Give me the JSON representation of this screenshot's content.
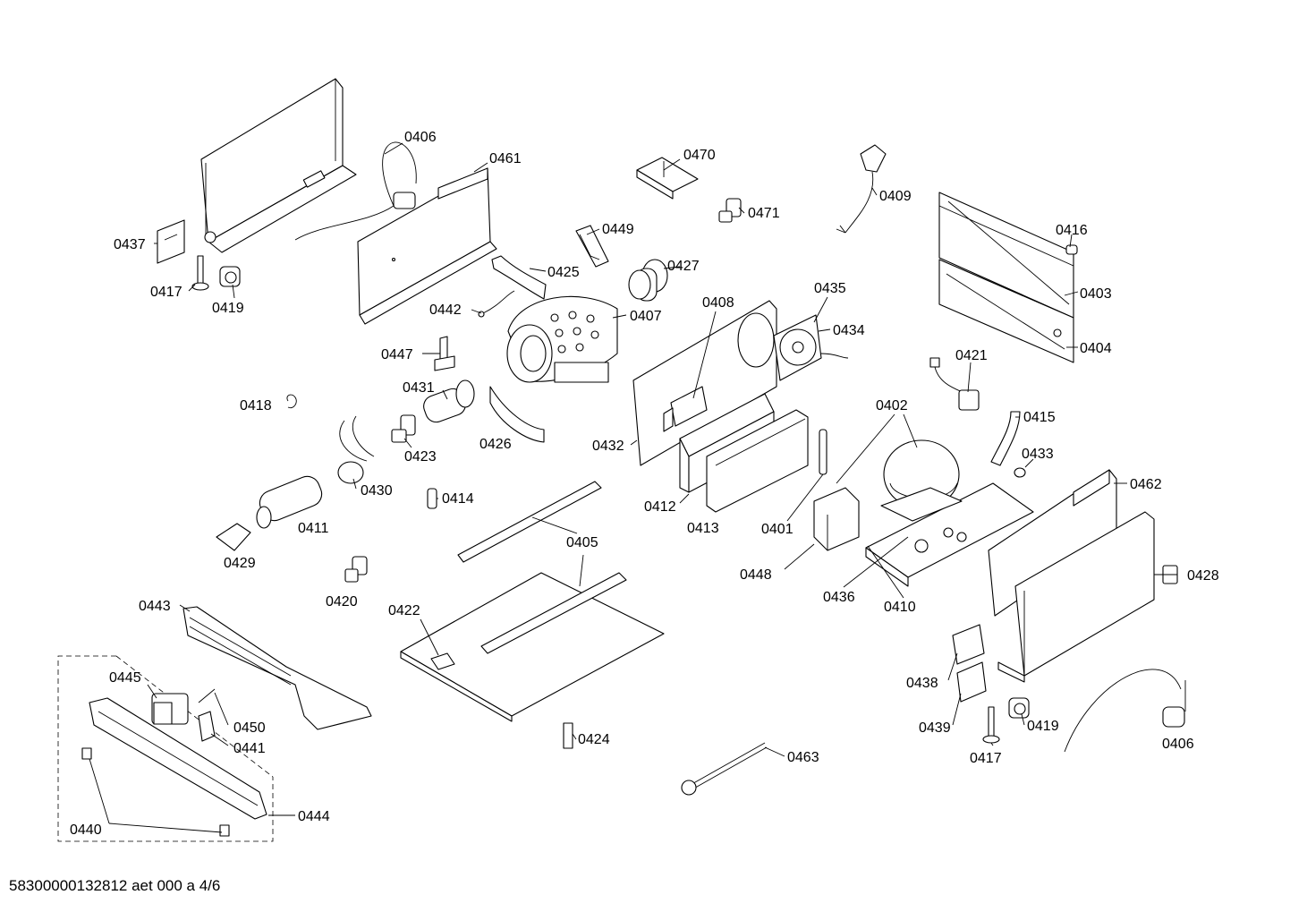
{
  "labels": [
    "0406",
    "0461",
    "0470",
    "0471",
    "0409",
    "0416",
    "0403",
    "0404",
    "0437",
    "0417",
    "0419",
    "0449",
    "0425",
    "0427",
    "0435",
    "0434",
    "0408",
    "0442",
    "0407",
    "0447",
    "0421",
    "0402",
    "0415",
    "0433",
    "0418",
    "0431",
    "0426",
    "0432",
    "0423",
    "0430",
    "0414",
    "0412",
    "0413",
    "0401",
    "0462",
    "0411",
    "0405",
    "0429",
    "0448",
    "0436",
    "0410",
    "0428",
    "0420",
    "0443",
    "0422",
    "0445",
    "0450",
    "0441",
    "0438",
    "0439",
    "0419",
    "0417",
    "0406",
    "0424",
    "0463",
    "0440",
    "0444"
  ],
  "footer": "58300000132812 aet 000 a 4/6"
}
